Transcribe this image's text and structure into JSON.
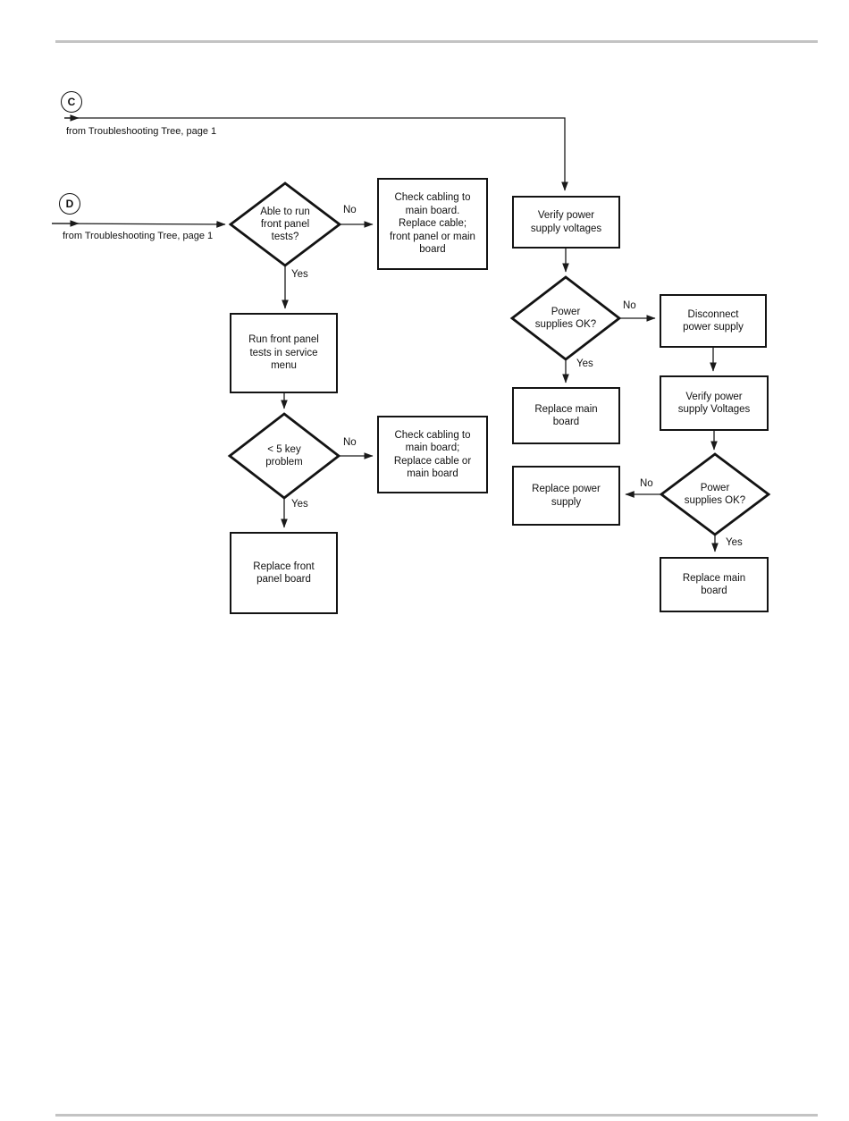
{
  "connectors": {
    "c": {
      "id": "C",
      "caption": "from Troubleshooting Tree, page 1"
    },
    "d": {
      "id": "D",
      "caption": "from Troubleshooting Tree, page 1"
    }
  },
  "decisions": {
    "able_to_run": {
      "text": "Able to run\nfront panel\ntests?",
      "yes": "Yes",
      "no": "No"
    },
    "five_key": {
      "text": "< 5 key\nproblem",
      "yes": "Yes",
      "no": "No"
    },
    "supplies_ok_1": {
      "text": "Power\nsupplies OK?",
      "yes": "Yes",
      "no": "No"
    },
    "supplies_ok_2": {
      "text": "Power\nsupplies OK?",
      "yes": "Yes",
      "no": "No"
    }
  },
  "processes": {
    "check_cabling_1": {
      "text": "Check cabling to\nmain board.\nReplace cable;\nfront panel or main\nboard"
    },
    "verify_voltages_1": {
      "text": "Verify power\nsupply voltages"
    },
    "run_tests": {
      "text": "Run front panel\ntests in service\nmenu"
    },
    "disconnect_supply": {
      "text": "Disconnect\npower supply"
    },
    "replace_main_1": {
      "text": "Replace main\nboard"
    },
    "verify_voltages_2": {
      "text": "Verify power\nsupply Voltages"
    },
    "check_cabling_2": {
      "text": "Check cabling to\nmain board;\nReplace cable or\nmain board"
    },
    "replace_front_panel": {
      "text": "Replace front\npanel board"
    },
    "replace_power": {
      "text": "Replace power\nsupply"
    },
    "replace_main_2": {
      "text": "Replace main\nboard"
    }
  },
  "colors": {
    "line": "#1a1a1a",
    "divider": "#c3c3c3",
    "text": "#111111"
  }
}
